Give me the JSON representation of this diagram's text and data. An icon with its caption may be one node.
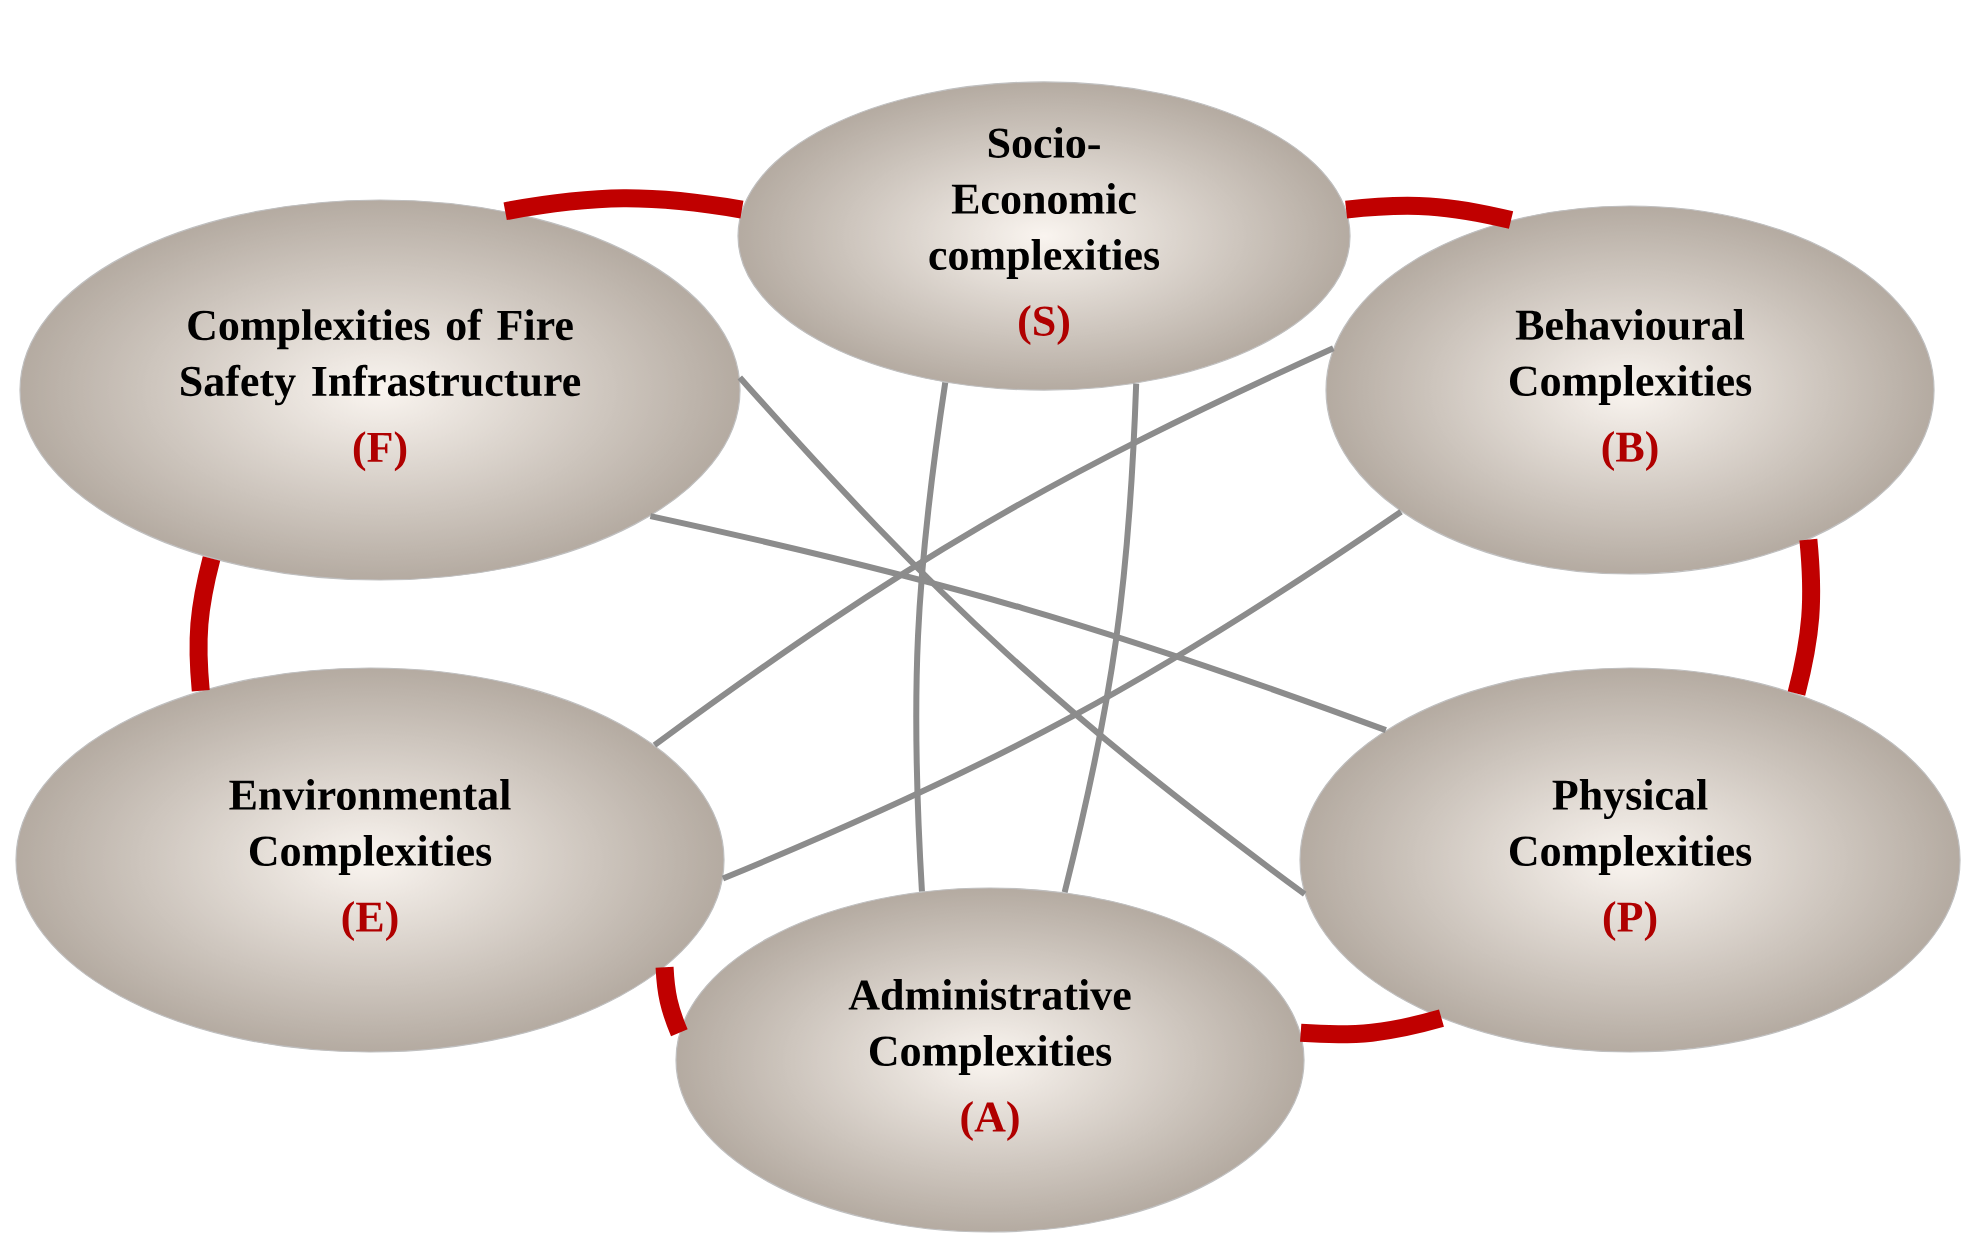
{
  "diagram": {
    "nodes": [
      {
        "text": [
          "Socio- Economic complexities",
          "(S)"
        ]
      },
      {
        "text": [
          "Complexities of Fire Safety Infrastructure",
          "(F)"
        ]
      },
      {
        "text": [
          "Behavioural Complexities",
          "(B)"
        ]
      },
      {
        "text": [
          "Environmental Complexities",
          "(E)"
        ]
      },
      {
        "text": [
          "Physical Complexities",
          "(P)"
        ]
      },
      {
        "text": [
          "Administrative Complexities",
          "(A)"
        ]
      }
    ],
    "edges": [
      {
        "from": 0,
        "to": 5,
        "arrow": "none",
        "color": "#8c8c8c"
      },
      {
        "from": 0,
        "to": 5,
        "arrow": "none",
        "color": "#8c8c8c"
      },
      {
        "from": 1,
        "to": 4,
        "arrow": "none",
        "color": "#8c8c8c"
      },
      {
        "from": 1,
        "to": 4,
        "arrow": "none",
        "color": "#8c8c8c"
      },
      {
        "from": 2,
        "to": 3,
        "arrow": "none",
        "color": "#8c8c8c"
      },
      {
        "from": 2,
        "to": 3,
        "arrow": "none",
        "color": "#8c8c8c"
      },
      {
        "from": 1,
        "to": 0,
        "arrow": "none",
        "style": "thick",
        "color": "#c00000"
      },
      {
        "from": 0,
        "to": 2,
        "arrow": "none",
        "style": "thick",
        "color": "#c00000"
      },
      {
        "from": 2,
        "to": 4,
        "arrow": "none",
        "style": "thick",
        "color": "#c00000"
      },
      {
        "from": 4,
        "to": 5,
        "arrow": "none",
        "style": "thick",
        "color": "#c00000"
      },
      {
        "from": 5,
        "to": 3,
        "arrow": "none",
        "style": "thick",
        "color": "#c00000"
      },
      {
        "from": 3,
        "to": 1,
        "arrow": "none",
        "style": "thick",
        "color": "#c00000"
      }
    ]
  }
}
